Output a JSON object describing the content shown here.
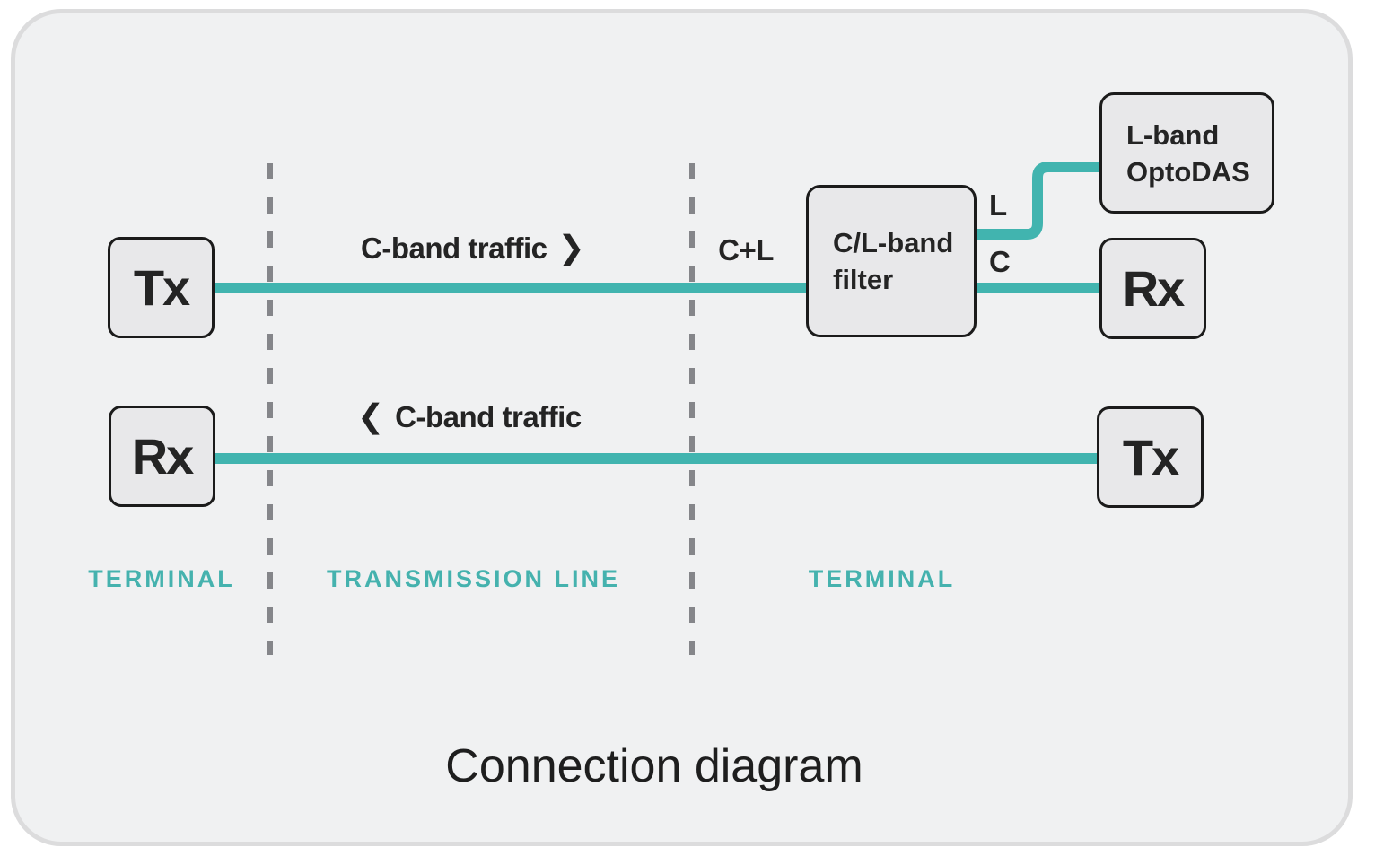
{
  "title": "Connection diagram",
  "nodes": {
    "tx_left": {
      "label": "Tx"
    },
    "rx_left": {
      "label": "Rx"
    },
    "filter": {
      "line1": "C/L-band",
      "line2": "filter"
    },
    "optodas": {
      "line1": "L-band",
      "line2": "OptoDAS"
    },
    "rx_right": {
      "label": "Rx"
    },
    "tx_right": {
      "label": "Tx"
    }
  },
  "flow_labels": {
    "forward_text": "C-band traffic",
    "forward_arrow": "❯",
    "backward_arrow": "❮",
    "backward_text": "C-band traffic",
    "combined_band": "C+L",
    "l_port": "L",
    "c_port": "C"
  },
  "sections": {
    "left": "TERMINAL",
    "middle": "TRANSMISSION LINE",
    "right": "TERMINAL"
  },
  "colors": {
    "teal_line": "#41B4AF",
    "teal_text": "#45B2AE",
    "dash_gray": "#85868A",
    "box_fill": "#E8E8EA",
    "box_border": "#1B1B1B",
    "card_fill": "#F0F1F2",
    "card_border": "#DCDCDD",
    "text_dark": "#242424"
  }
}
